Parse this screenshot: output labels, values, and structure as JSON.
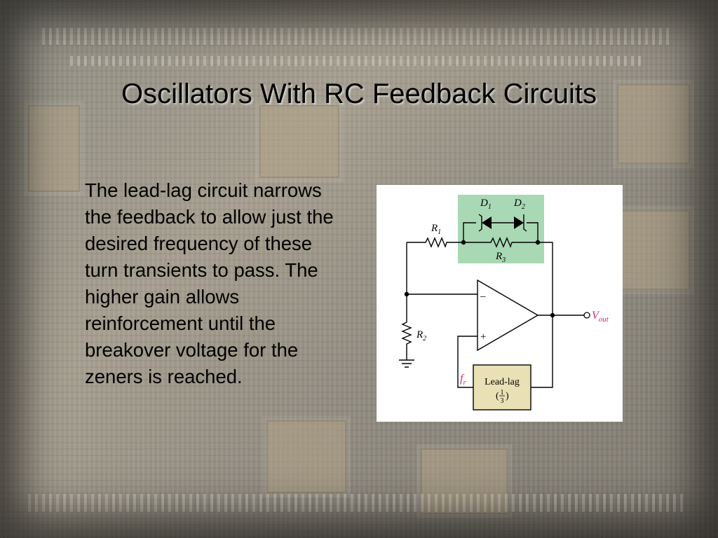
{
  "slide": {
    "title": "Oscillators With RC Feedback Circuits",
    "body": "The lead-lag circuit narrows the feedback to allow just the desired frequency of these turn transients to pass. The higher gain allows reinforcement until the breakover voltage for the zeners is reached."
  },
  "circuit": {
    "d1": "D",
    "d1_sub": "1",
    "d2": "D",
    "d2_sub": "2",
    "r1": "R",
    "r1_sub": "1",
    "r2": "R",
    "r2_sub": "2",
    "r3": "R",
    "r3_sub": "3",
    "minus": "–",
    "plus": "+",
    "vout": "V",
    "vout_sub": "out",
    "fr": "f",
    "fr_sub": "r",
    "block_label": "Lead-lag",
    "block_open": "(",
    "block_num": "1",
    "block_den": "3",
    "block_close": ")",
    "colors": {
      "zener_box": "#a9d8b4",
      "leadlag_box": "#e9e1b5",
      "vout_pink": "#d12a76"
    }
  }
}
